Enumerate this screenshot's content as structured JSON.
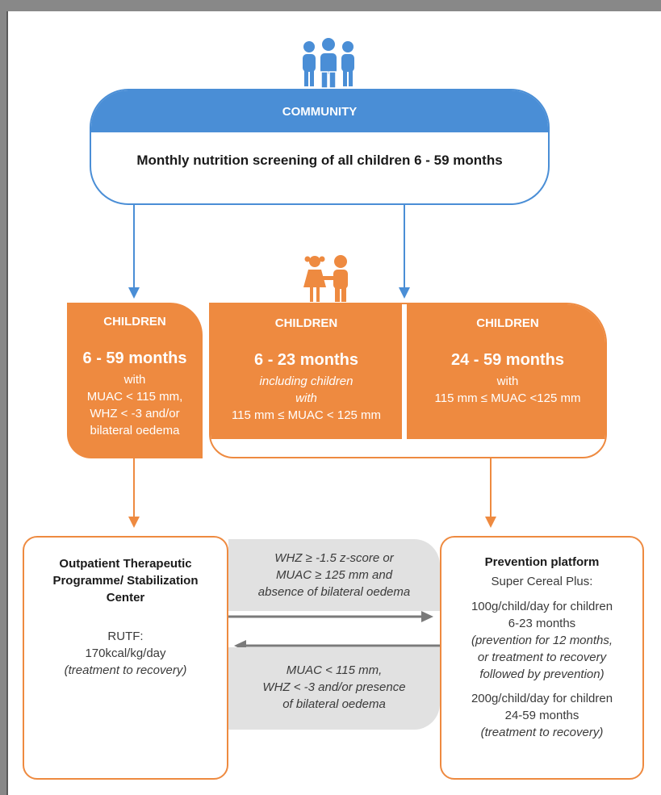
{
  "community": {
    "icon": "group-of-people-icon",
    "title": "COMMUNITY",
    "description": "Monthly nutrition screening of all children 6 - 59 months"
  },
  "children_icon": "two-children-icon",
  "groups": [
    {
      "title": "CHILDREN",
      "age": "6 - 59 months",
      "lines": [
        "with",
        "MUAC < 115 mm,",
        "WHZ < -3 and/or",
        "bilateral oedema"
      ]
    },
    {
      "title": "CHILDREN",
      "age": "6 - 23 months",
      "lines": [
        "including children",
        "with",
        "115 mm ≤ MUAC < 125 mm"
      ]
    },
    {
      "title": "CHILDREN",
      "age": "24 - 59 months",
      "lines": [
        "with",
        "115 mm ≤ MUAC <125 mm"
      ]
    }
  ],
  "otp": {
    "title_lines": [
      "Outpatient Therapeutic",
      "Programme/ Stabilization",
      "Center"
    ],
    "product": "RUTF:",
    "dose": "170kcal/kg/day",
    "note": "(treatment to recovery)"
  },
  "prevention": {
    "title": "Prevention platform",
    "product": "Super Cereal Plus:",
    "dose1_lines": [
      "100g/child/day for children",
      "6-23 months"
    ],
    "note1_lines": [
      "(prevention for 12 months,",
      "or treatment to recovery",
      "followed by prevention)"
    ],
    "dose2_lines": [
      "200g/child/day for children",
      "24-59 months"
    ],
    "note2": "(treatment to recovery)"
  },
  "transfer_to_prevention": [
    "WHZ ≥ -1.5 z-score or",
    "MUAC ≥ 125 mm and",
    "absence of bilateral oedema"
  ],
  "transfer_to_otp": [
    "MUAC < 115 mm,",
    "WHZ  < -3 and/or presence",
    "of bilateral oedema"
  ],
  "colors": {
    "blue": "#4a8ed6",
    "orange": "#ee8a40",
    "grey": "#e1e1e1",
    "arrow_grey": "#7a7a7a"
  }
}
